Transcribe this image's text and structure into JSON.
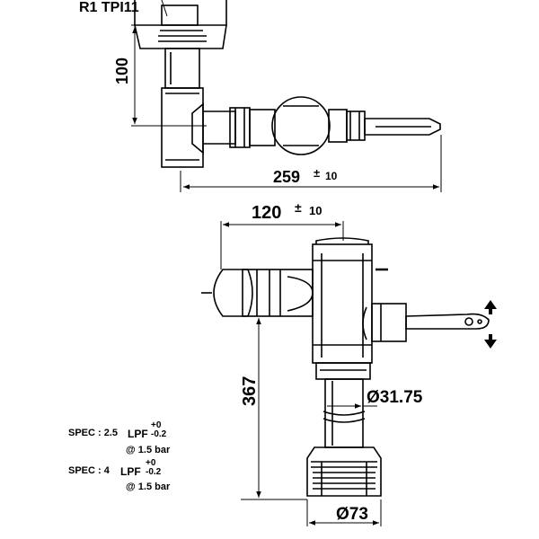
{
  "labels": {
    "thread": "R1 TPI11",
    "height_top": "100",
    "width_top": "259",
    "tol_top_pm": "±",
    "tol_top_val": "10",
    "width_mid": "120",
    "tol_mid_pm": "±",
    "tol_mid_val": "10",
    "height_body": "367",
    "dia_pipe": "Ø31.75",
    "dia_base": "Ø73"
  },
  "specs": [
    {
      "prefix": "SPEC : 2.5",
      "unit": "LPF",
      "tol_plus": "+0",
      "tol_minus": "-0.2",
      "pressure": "@ 1.5 bar"
    },
    {
      "prefix": "SPEC : 4",
      "unit": "LPF",
      "tol_plus": "+0",
      "tol_minus": "-0.2",
      "pressure": "@ 1.5 bar"
    }
  ],
  "colors": {
    "line": "#000000",
    "background": "#ffffff"
  },
  "icons": [
    "arrow-up-icon",
    "arrow-down-icon"
  ]
}
